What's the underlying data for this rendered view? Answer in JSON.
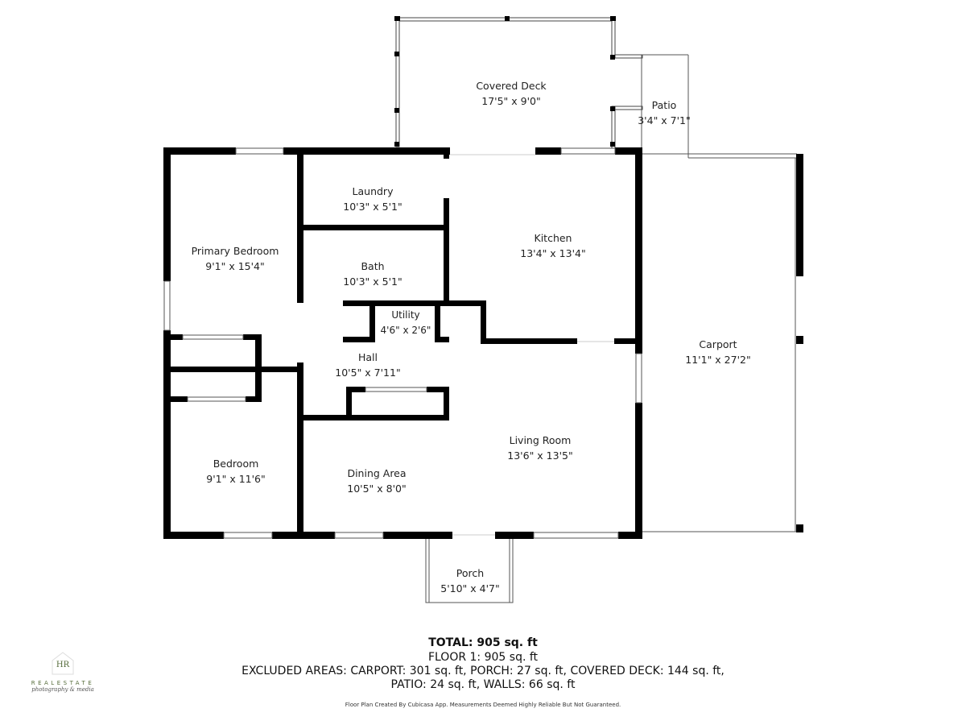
{
  "rooms": {
    "covered_deck": {
      "name": "Covered Deck",
      "dims": "17'5\" x 9'0\""
    },
    "patio": {
      "name": "Patio",
      "dims": "3'4\" x 7'1\""
    },
    "laundry": {
      "name": "Laundry",
      "dims": "10'3\" x 5'1\""
    },
    "kitchen": {
      "name": "Kitchen",
      "dims": "13'4\" x 13'4\""
    },
    "primary_bedroom": {
      "name": "Primary Bedroom",
      "dims": "9'1\" x 15'4\""
    },
    "bath": {
      "name": "Bath",
      "dims": "10'3\" x 5'1\""
    },
    "utility": {
      "name": "Utility",
      "dims": "4'6\" x 2'6\""
    },
    "hall": {
      "name": "Hall",
      "dims": "10'5\" x 7'11\""
    },
    "carport": {
      "name": "Carport",
      "dims": "11'1\" x 27'2\""
    },
    "living_room": {
      "name": "Living Room",
      "dims": "13'6\" x 13'5\""
    },
    "bedroom": {
      "name": "Bedroom",
      "dims": "9'1\" x 11'6\""
    },
    "dining_area": {
      "name": "Dining Area",
      "dims": "10'5\" x 8'0\""
    },
    "porch": {
      "name": "Porch",
      "dims": "5'10\" x 4'7\""
    }
  },
  "summary": {
    "total": "TOTAL: 905 sq. ft",
    "floor1": "FLOOR 1: 905 sq. ft",
    "excluded_line1": "EXCLUDED AREAS: CARPORT: 301 sq. ft, PORCH: 27 sq. ft, COVERED DECK: 144 sq. ft,",
    "excluded_line2": "PATIO: 24 sq. ft, WALLS: 66 sq. ft",
    "disclaimer": "Floor Plan Created By Cubicasa App. Measurements Deemed Highly Reliable But Not Guaranteed."
  },
  "logo": {
    "mark": "HR",
    "title": "REALESTATE",
    "subtitle": "photography & media",
    "color": "#556b3a"
  },
  "colors": {
    "wall": "#000000",
    "outline": "#555555",
    "window": "#ffffff"
  }
}
